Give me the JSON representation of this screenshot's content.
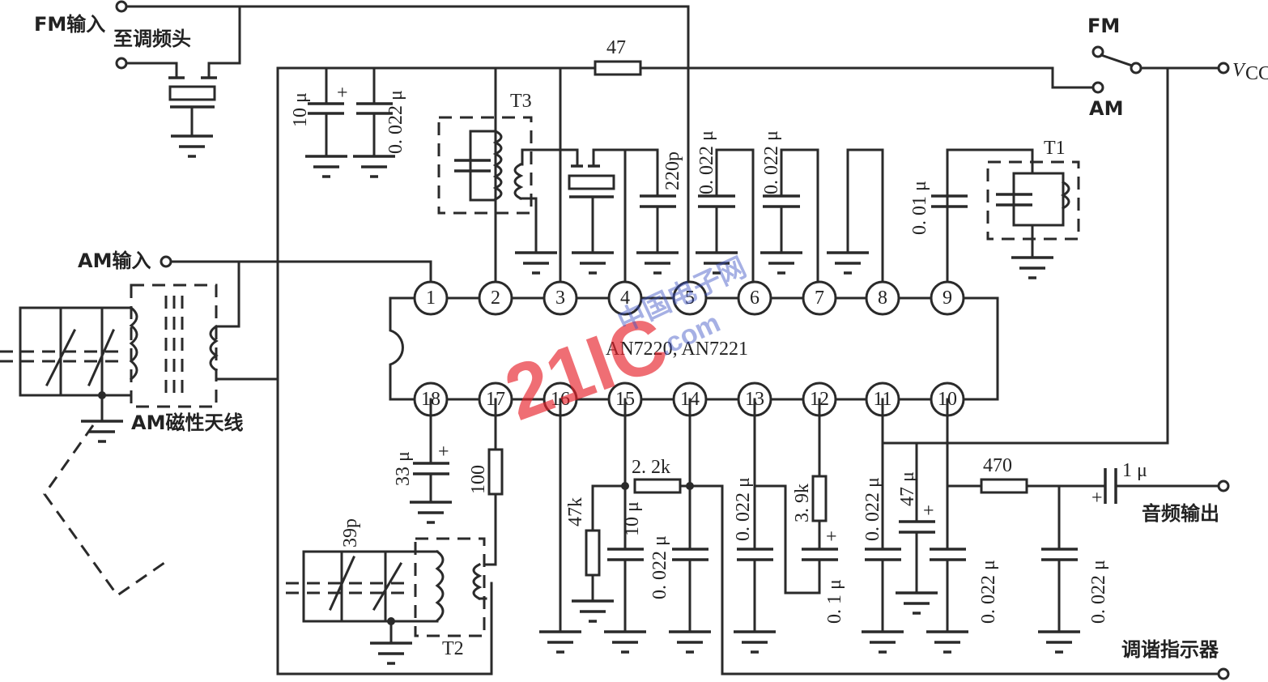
{
  "title": "AN7220/AN7221 AM/FM radio IC application circuit",
  "ic": {
    "label": "AN7220, AN7221",
    "top_pins": [
      "1",
      "2",
      "3",
      "4",
      "5",
      "6",
      "7",
      "8",
      "9"
    ],
    "bottom_pins": [
      "18",
      "17",
      "16",
      "15",
      "14",
      "13",
      "12",
      "11",
      "10"
    ]
  },
  "terminals": {
    "fm_input": "FM输入",
    "to_tuner": "至调频头",
    "am_input": "AM输入",
    "am_antenna": "AM磁性天线",
    "vcc": "V",
    "vcc_sub": "CC",
    "switch_fm": "FM",
    "switch_am": "AM",
    "audio_out": "音频输出",
    "tuning_indicator": "调谐指示器"
  },
  "transformers": {
    "t1": "T1",
    "t2": "T2",
    "t3": "T3"
  },
  "components": {
    "r_47": "47",
    "c_10u_top": "10 μ",
    "c_0022_top": "0. 022 μ",
    "c_220p": "220p",
    "c_pin5": "0. 022 μ",
    "c_pin6": "0. 022 μ",
    "c_001": "0. 01 μ",
    "c_33u": "33 μ",
    "r_100": "100",
    "c_39p": "39p",
    "r_47k": "47k",
    "c_10u_bot": "10 μ",
    "r_22k": "2. 2k",
    "c_pin14": "0. 022 μ",
    "c_pin13": "0. 022 μ",
    "r_39k": "3. 9k",
    "c_01u": "0. 1 μ",
    "c_pin11": "0. 022 μ",
    "c_47u": "47 μ",
    "c_pin10": "0. 022 μ",
    "r_470": "470",
    "c_out": "0. 022 μ",
    "c_1u": "1 μ",
    "plus": "+"
  },
  "watermark": {
    "main": "21IC",
    "sub": "中国电子网",
    "dom": ".com"
  }
}
